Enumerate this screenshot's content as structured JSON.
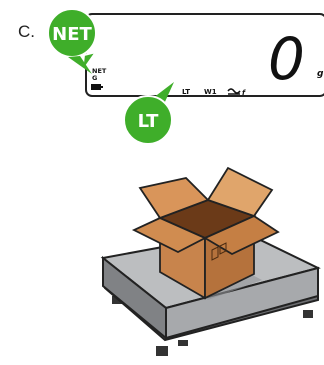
{
  "step": {
    "label": "C."
  },
  "display": {
    "reading": "0",
    "unit": "g",
    "annunciators": {
      "net": "NET",
      "gross": "G",
      "lt": "LT",
      "w1": "W1",
      "f": "f"
    }
  },
  "callouts": {
    "net_bubble": "NET",
    "lt_bubble": "LT"
  },
  "colors": {
    "bubble_green": "#3fae2a",
    "box_brown": "#c8844c",
    "box_dark": "#8a4f24",
    "platform_gray": "#a7a9ac",
    "platform_dark": "#58595b"
  }
}
